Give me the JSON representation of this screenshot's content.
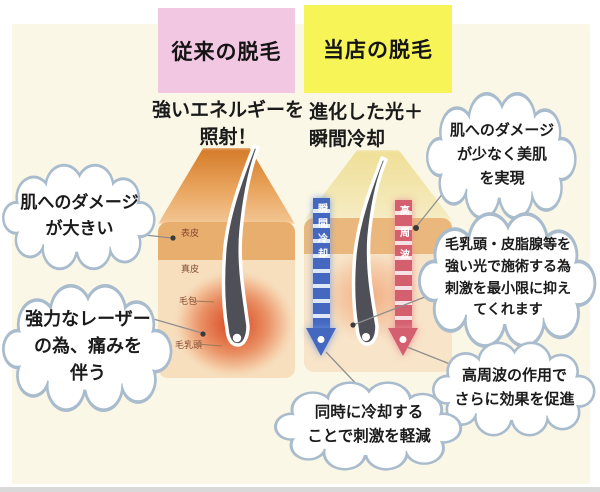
{
  "columns": {
    "left": {
      "header": "従来の脱毛",
      "header_bg": "#f2c7e2",
      "subhead_lines": [
        "強いエネルギーを",
        "照射！"
      ]
    },
    "right": {
      "header": "当店の脱毛",
      "header_bg": "#f6f457",
      "subhead_lines": [
        "進化した光＋",
        "瞬間冷却"
      ]
    }
  },
  "callouts": {
    "left_damage": {
      "lines": [
        "肌へのダメージ",
        "が大きい"
      ]
    },
    "left_pain": {
      "lines": [
        "強力なレーザー",
        "の為、痛みを",
        "伴う"
      ]
    },
    "right_skin": {
      "lines": [
        "肌へのダメージ",
        "が少なく美肌",
        "を実現"
      ]
    },
    "right_minimal": {
      "lines": [
        "毛乳頭・皮脂腺等を",
        "強い光で施術する為",
        "刺激を最小限に抑え",
        "てくれます"
      ]
    },
    "right_boost": {
      "lines": [
        "高周波の作用で",
        "さらに効果を促進"
      ]
    },
    "bottom_cooling": {
      "lines": [
        "同時に冷却する",
        "ことで刺激を軽減"
      ]
    }
  },
  "skin_labels": [
    "表皮",
    "真皮",
    "毛包",
    "毛乳頭"
  ],
  "arrows": {
    "cooling": {
      "label": "瞬間冷却",
      "color": "#4468c0"
    },
    "hf": {
      "label": "高周波",
      "color": "#d4606f"
    }
  },
  "colors": {
    "panel_bg": "#fbf7e6",
    "epidermis": "#e8ae6e",
    "dermis": "#f7dfbe",
    "glow": "#d33712"
  }
}
